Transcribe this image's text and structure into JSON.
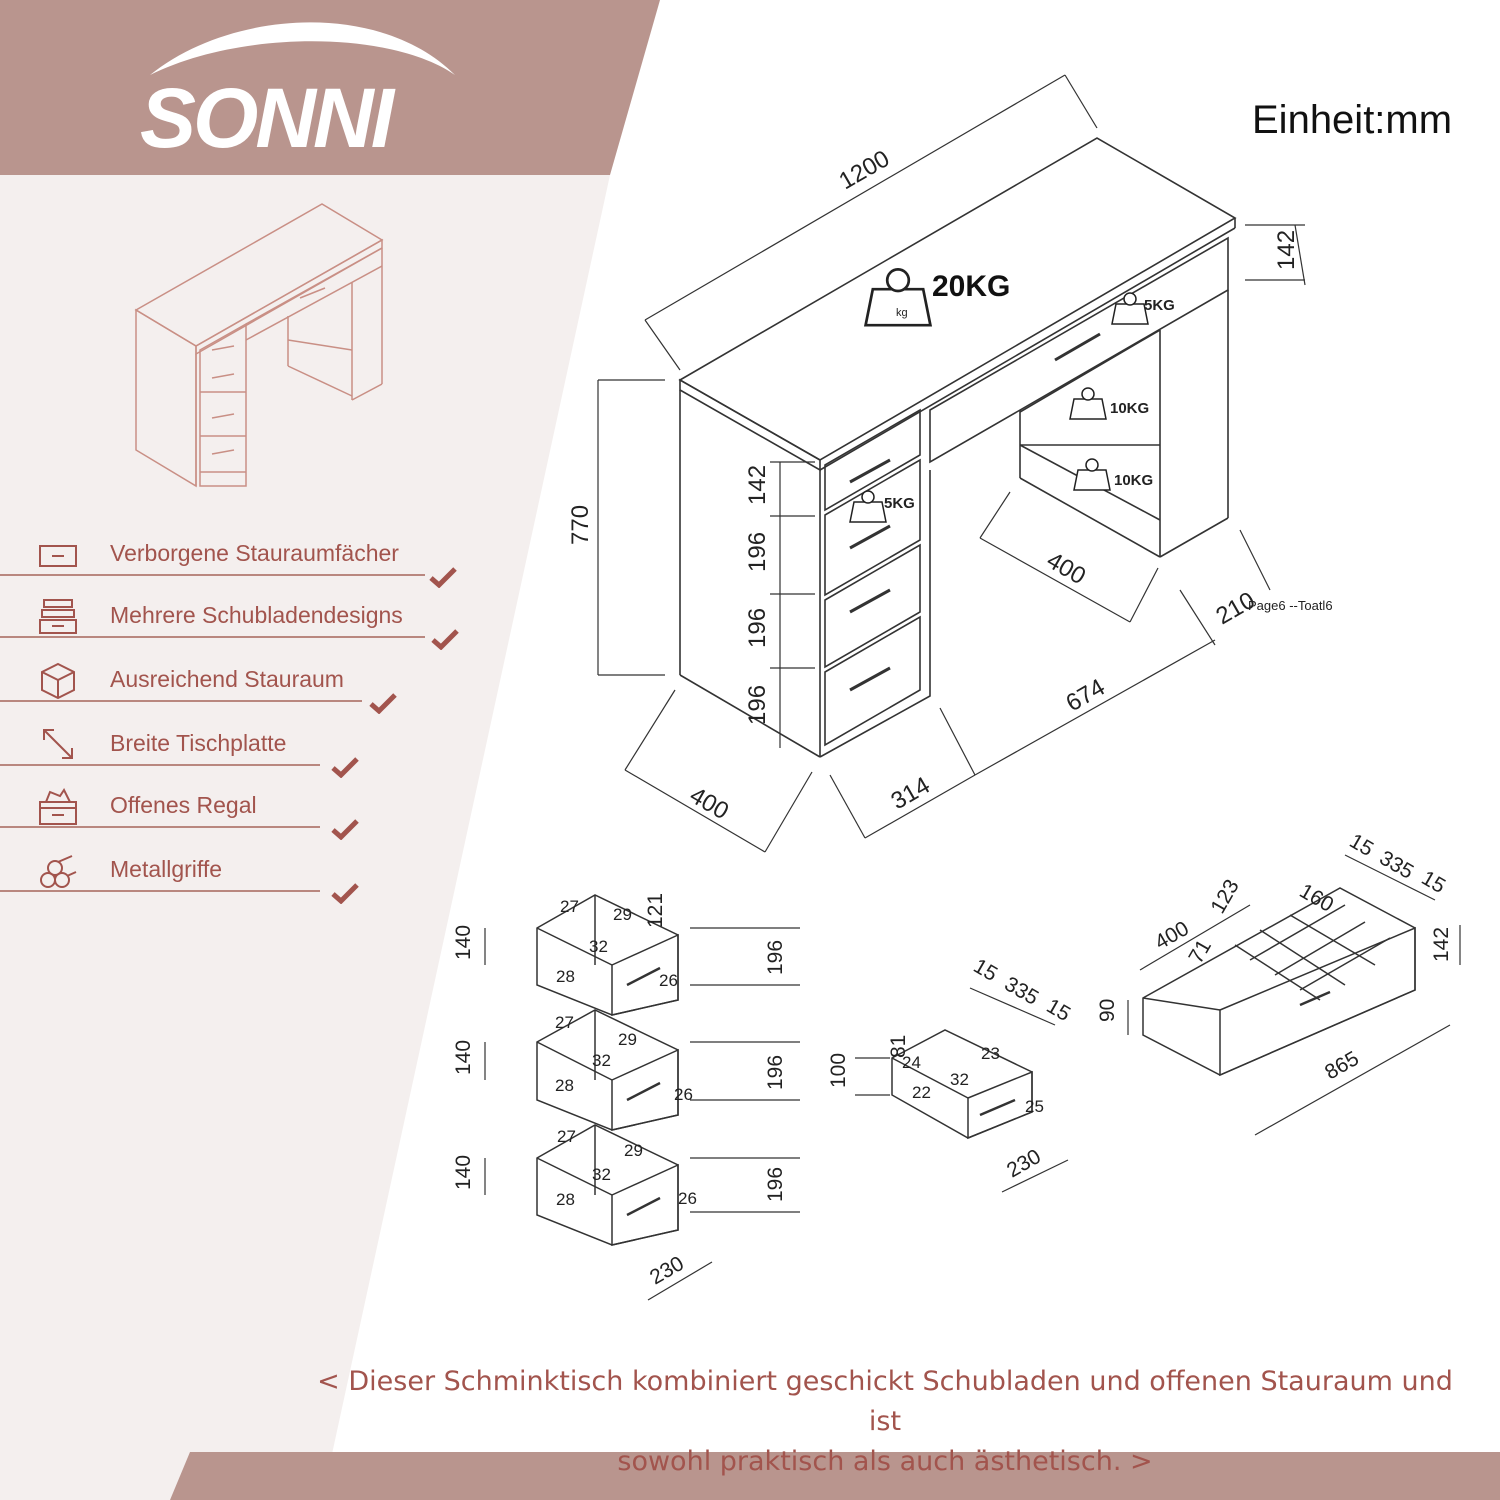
{
  "brand": {
    "logo_text": "SONNI"
  },
  "unit_label": "Einheit:mm",
  "features": [
    {
      "icon": "hidden-compartment-icon",
      "label": "Verborgene Stauraumfächer"
    },
    {
      "icon": "drawer-stack-icon",
      "label": "Mehrere Schubladendesigns"
    },
    {
      "icon": "cube-icon",
      "label": "Ausreichend Stauraum"
    },
    {
      "icon": "expand-arrows-icon",
      "label": "Breite Tischplatte"
    },
    {
      "icon": "storage-box-icon",
      "label": "Offenes Regal"
    },
    {
      "icon": "metal-pipes-icon",
      "label": "Metallgriffe"
    }
  ],
  "desk_dimensions": {
    "width": "1200",
    "height": "770",
    "top_drawer_height": "142",
    "drawer_heights": [
      "142",
      "196",
      "196",
      "196"
    ],
    "depth_left": "400",
    "depth_shelf": "400",
    "left_cabinet_width": "314",
    "opening_width": "674",
    "shelf_width": "210",
    "stray_note": "Page6 --Toatl6"
  },
  "load_limits": {
    "tabletop": "20KG",
    "top_drawer": "5KG",
    "upper_shelf": "10KG",
    "lower_shelf": "10KG",
    "small_drawer": "5KG",
    "kg_label": "kg"
  },
  "drawer_details": {
    "side_drawer": {
      "inner_height": "140",
      "front_height": "196",
      "depth": "230",
      "extra": "121",
      "parts": [
        "27",
        "29",
        "32",
        "28",
        "26"
      ]
    },
    "small_drawer": {
      "heights": [
        "81",
        "100"
      ],
      "widths": [
        "15",
        "335",
        "15"
      ],
      "depth": "230",
      "parts": [
        "24",
        "23",
        "32",
        "22",
        "25"
      ]
    },
    "large_drawer": {
      "depth": "400",
      "divider_depths": [
        "123",
        "71"
      ],
      "compartment": "160",
      "widths": [
        "15",
        "335",
        "15"
      ],
      "front_height": "142",
      "height": "90",
      "length": "865"
    }
  },
  "caption": {
    "line1": "< Dieser Schminktisch kombiniert geschickt Schubladen und offenen Stauraum und ist",
    "line2": "sowohl praktisch als auch ästhetisch. >"
  },
  "colors": {
    "brand_band": "#b9958e",
    "accent_text": "#a2544d",
    "line": "#333333"
  }
}
